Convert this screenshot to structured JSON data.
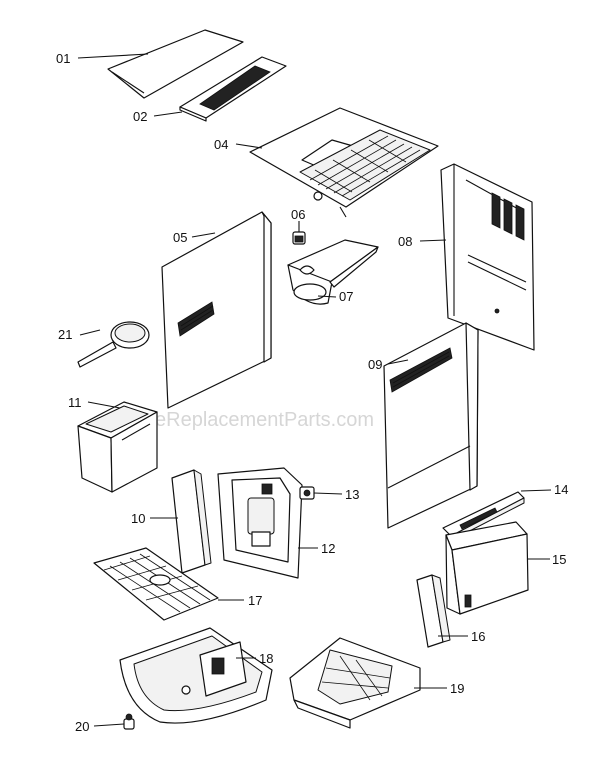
{
  "watermark": "eReplacementParts.com",
  "labels": {
    "p01": "01",
    "p02": "02",
    "p04": "04",
    "p05": "05",
    "p06": "06",
    "p07": "07",
    "p08": "08",
    "p09": "09",
    "p10": "10",
    "p11": "11",
    "p12": "12",
    "p13": "13",
    "p14": "14",
    "p15": "15",
    "p16": "16",
    "p17": "17",
    "p18": "18",
    "p19": "19",
    "p20": "20",
    "p21": "21"
  }
}
